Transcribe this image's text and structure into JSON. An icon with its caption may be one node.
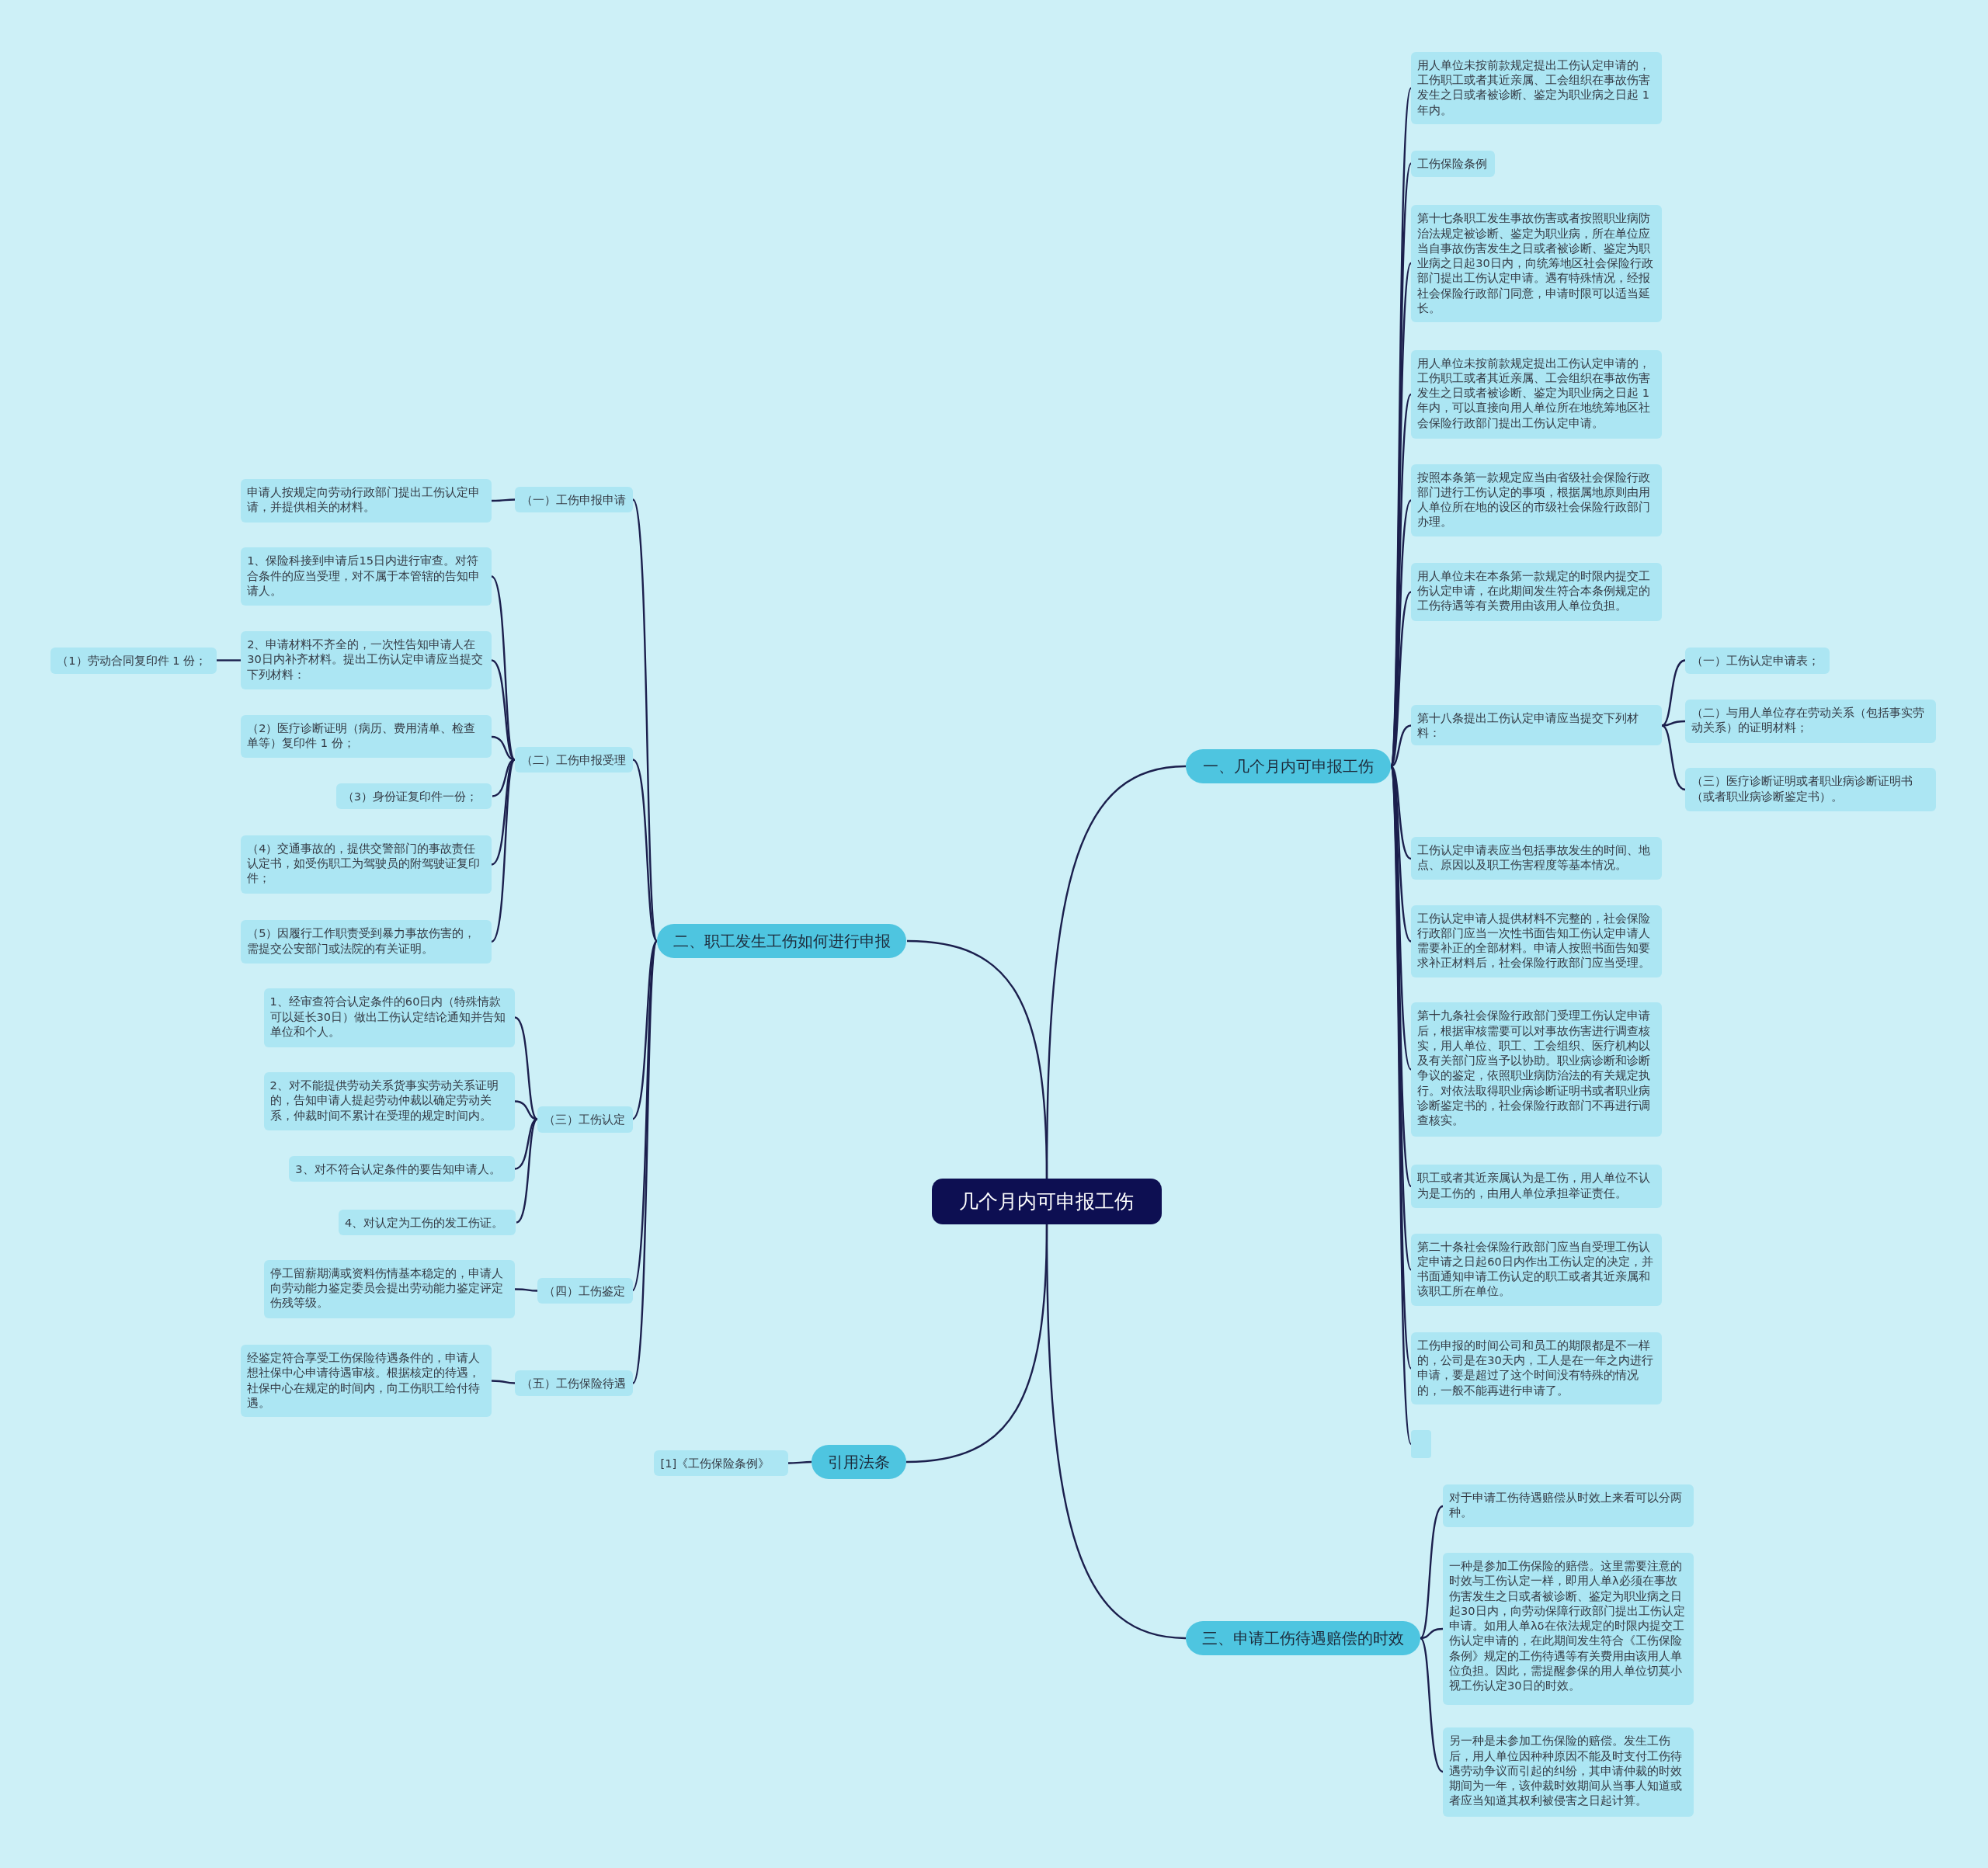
{
  "diagram": {
    "nodes": [
      {
        "text": [
          "几个月内可申报工伤"
        ]
      },
      {
        "text": [
          "一、几个月内可申报工伤"
        ]
      },
      {
        "text": [
          "用人单位未按前款规定提出工伤认定申请的，工伤职工或者其近亲属、工会组织在事故伤害发生之日或者被诊断、鉴定为职业病之日起 1 年内。"
        ]
      },
      {
        "text": [
          "工伤保险条例"
        ]
      },
      {
        "text": [
          "第十七条职工发生事故伤害或者按照职业病防治法规定被诊断、鉴定为职业病，所在单位应当自事故伤害发生之日或者被诊断、鉴定为职业病之日起30日内，向统筹地区社会保险行政部门提出工伤认定申请。遇有特殊情况，经报社会保险行政部门同意，申请时限可以适当延长。"
        ]
      },
      {
        "text": [
          "用人单位未按前款规定提出工伤认定申请的，工伤职工或者其近亲属、工会组织在事故伤害发生之日或者被诊断、鉴定为职业病之日起 1 年内，可以直接向用人单位所在地统筹地区社会保险行政部门提出工伤认定申请。"
        ]
      },
      {
        "text": [
          "按照本条第一款规定应当由省级社会保险行政部门进行工伤认定的事项，根据属地原则由用人单位所在地的设区的市级社会保险行政部门办理。"
        ]
      },
      {
        "text": [
          "用人单位未在本条第一款规定的时限内提交工伤认定申请，在此期间发生符合本条例规定的工伤待遇等有关费用由该用人单位负担。"
        ]
      },
      {
        "text": [
          "第十八条提出工伤认定申请应当提交下列材料："
        ]
      },
      {
        "text": [
          "（一）工伤认定申请表；"
        ]
      },
      {
        "text": [
          "（二）与用人单位存在劳动关系（包括事实劳动关系）的证明材料；"
        ]
      },
      {
        "text": [
          "（三）医疗诊断证明或者职业病诊断证明书（或者职业病诊断鉴定书）。"
        ]
      },
      {
        "text": [
          "工伤认定申请表应当包括事故发生的时间、地点、原因以及职工伤害程度等基本情况。"
        ]
      },
      {
        "text": [
          "工伤认定申请人提供材料不完整的，社会保险行政部门应当一次性书面告知工伤认定申请人需要补正的全部材料。申请人按照书面告知要求补正材料后，社会保险行政部门应当受理。"
        ]
      },
      {
        "text": [
          "第十九条社会保险行政部门受理工伤认定申请后，根据审核需要可以对事故伤害进行调查核实，用人单位、职工、工会组织、医疗机构以及有关部门应当予以协助。职业病诊断和诊断争议的鉴定，依照职业病防治法的有关规定执行。对依法取得职业病诊断证明书或者职业病诊断鉴定书的，社会保险行政部门不再进行调查核实。"
        ]
      },
      {
        "text": [
          "职工或者其近亲属认为是工伤，用人单位不认为是工伤的，由用人单位承担举证责任。"
        ]
      },
      {
        "text": [
          "第二十条社会保险行政部门应当自受理工伤认定申请之日起60日内作出工伤认定的决定，并书面通知申请工伤认定的职工或者其近亲属和该职工所在单位。"
        ]
      },
      {
        "text": [
          "工伤申报的时间公司和员工的期限都是不一样的，公司是在30天内，工人是在一年之内进行申请，要是超过了这个时间没有特殊的情况的，一般不能再进行申请了。"
        ]
      },
      {
        "text": [],
        "shape": "box"
      },
      {
        "text": [
          "三、申请工伤待遇赔偿的时效"
        ]
      },
      {
        "text": [
          "对于申请工伤待遇赔偿从时效上来看可以分两种。"
        ]
      },
      {
        "text": [
          "一种是参加工伤保险的赔偿。这里需要注意的时效与工伤认定一样，即用人单λ必须在事故伤害发生之日或者被诊断、鉴定为职业病之日起30日内，向劳动保障行政部门提出工伤认定申请。如用人单λδ在依法规定的时限内提交工伤认定申请的，在此期间发生符合《工伤保险条例》规定的工伤待遇等有关费用由该用人单位负担。因此，需提醒参保的用人单位切莫小视工伤认定30日的时效。"
        ]
      },
      {
        "text": [
          "另一种是未参加工伤保险的赔偿。发生工伤后，用人单位因种种原因不能及时支付工伤待遇劳动争议而引起的纠纷，其申请仲裁的时效期间为一年，该仲裁时效期间从当事人知道或者应当知道其权利被侵害之日起计算。"
        ]
      },
      {
        "text": [
          "二、职工发生工伤如何进行申报"
        ]
      },
      {
        "text": [
          "（一）工伤申报申请"
        ]
      },
      {
        "text": [
          "申请人按规定向劳动行政部门提出工伤认定申请，并提供相关的材料。"
        ]
      },
      {
        "text": [
          "（二）工伤申报受理"
        ]
      },
      {
        "text": [
          "1、保险科接到申请后15日内进行审查。对符合条件的应当受理，对不属于本管辖的告知申请人。"
        ]
      },
      {
        "text": [
          "2、申请材料不齐全的，一次性告知申请人在30日内补齐材料。提出工伤认定申请应当提交下列材料："
        ]
      },
      {
        "text": [
          "（1）劳动合同复印件 1 份；"
        ]
      },
      {
        "text": [
          "（2）医疗诊断证明（病历、费用清单、检查单等）复印件 1 份；"
        ]
      },
      {
        "text": [
          "（3）身份证复印件一份；"
        ]
      },
      {
        "text": [
          "（4）交通事故的，提供交警部门的事故责任认定书，如受伤职工为驾驶员的附驾驶证复印件；"
        ]
      },
      {
        "text": [
          "（5）因履行工作职责受到暴力事故伤害的，需提交公安部门或法院的有关证明。"
        ]
      },
      {
        "text": [
          "（三）工伤认定"
        ]
      },
      {
        "text": [
          "1、经审查符合认定条件的60日内（特殊情款可以延长30日）做出工伤认定结论通知并告知单位和个人。"
        ]
      },
      {
        "text": [
          "2、对不能提供劳动关系货事实劳动关系证明的，告知申请人提起劳动仲裁以确定劳动关系，仲裁时间不累计在受理的规定时间内。"
        ]
      },
      {
        "text": [
          "3、对不符合认定条件的要告知申请人。"
        ]
      },
      {
        "text": [
          "4、对认定为工伤的发工伤证。"
        ]
      },
      {
        "text": [
          "（四）工伤鉴定"
        ]
      },
      {
        "text": [
          "停工留薪期满或资料伤情基本稳定的，申请人向劳动能力鉴定委员会提出劳动能力鉴定评定伤残等级。"
        ]
      },
      {
        "text": [
          "（五）工伤保险待遇"
        ]
      },
      {
        "text": [
          "经鉴定符合享受工伤保险待遇条件的，申请人想社保中心申请待遇审核。根据核定的待遇，社保中心在规定的时间内，向工伤职工给付待遇。"
        ]
      },
      {
        "text": [
          "引用法条"
        ]
      },
      {
        "text": [
          "[1]《工伤保险条例》"
        ]
      }
    ],
    "edges": [
      {
        "from": 0,
        "to": 1,
        "arrow": "none"
      },
      {
        "from": 1,
        "to": 2,
        "arrow": "none"
      },
      {
        "from": 1,
        "to": 3,
        "arrow": "none"
      },
      {
        "from": 1,
        "to": 4,
        "arrow": "none"
      },
      {
        "from": 1,
        "to": 5,
        "arrow": "none"
      },
      {
        "from": 1,
        "to": 6,
        "arrow": "none"
      },
      {
        "from": 1,
        "to": 7,
        "arrow": "none"
      },
      {
        "from": 1,
        "to": 8,
        "arrow": "none"
      },
      {
        "from": 8,
        "to": 9,
        "arrow": "none"
      },
      {
        "from": 8,
        "to": 10,
        "arrow": "none"
      },
      {
        "from": 8,
        "to": 11,
        "arrow": "none"
      },
      {
        "from": 1,
        "to": 12,
        "arrow": "none"
      },
      {
        "from": 1,
        "to": 13,
        "arrow": "none"
      },
      {
        "from": 1,
        "to": 14,
        "arrow": "none"
      },
      {
        "from": 1,
        "to": 15,
        "arrow": "none"
      },
      {
        "from": 1,
        "to": 16,
        "arrow": "none"
      },
      {
        "from": 1,
        "to": 17,
        "arrow": "none"
      },
      {
        "from": 1,
        "to": 18,
        "arrow": "none"
      },
      {
        "from": 0,
        "to": 19,
        "arrow": "none"
      },
      {
        "from": 19,
        "to": 20,
        "arrow": "none"
      },
      {
        "from": 19,
        "to": 21,
        "arrow": "none"
      },
      {
        "from": 19,
        "to": 22,
        "arrow": "none"
      },
      {
        "from": 0,
        "to": 23,
        "arrow": "none"
      },
      {
        "from": 23,
        "to": 24,
        "arrow": "none"
      },
      {
        "from": 24,
        "to": 25,
        "arrow": "none"
      },
      {
        "from": 23,
        "to": 26,
        "arrow": "none"
      },
      {
        "from": 26,
        "to": 27,
        "arrow": "none"
      },
      {
        "from": 26,
        "to": 28,
        "arrow": "none"
      },
      {
        "from": 28,
        "to": 29,
        "arrow": "none"
      },
      {
        "from": 26,
        "to": 30,
        "arrow": "none"
      },
      {
        "from": 26,
        "to": 31,
        "arrow": "none"
      },
      {
        "from": 26,
        "to": 32,
        "arrow": "none"
      },
      {
        "from": 26,
        "to": 33,
        "arrow": "none"
      },
      {
        "from": 23,
        "to": 34,
        "arrow": "none"
      },
      {
        "from": 34,
        "to": 35,
        "arrow": "none"
      },
      {
        "from": 34,
        "to": 36,
        "arrow": "none"
      },
      {
        "from": 34,
        "to": 37,
        "arrow": "none"
      },
      {
        "from": 34,
        "to": 38,
        "arrow": "none"
      },
      {
        "from": 23,
        "to": 39,
        "arrow": "none"
      },
      {
        "from": 39,
        "to": 40,
        "arrow": "none"
      },
      {
        "from": 23,
        "to": 41,
        "arrow": "none"
      },
      {
        "from": 41,
        "to": 42,
        "arrow": "none"
      },
      {
        "from": 0,
        "to": 43,
        "arrow": "none"
      },
      {
        "from": 43,
        "to": 44,
        "arrow": "none"
      }
    ]
  }
}
